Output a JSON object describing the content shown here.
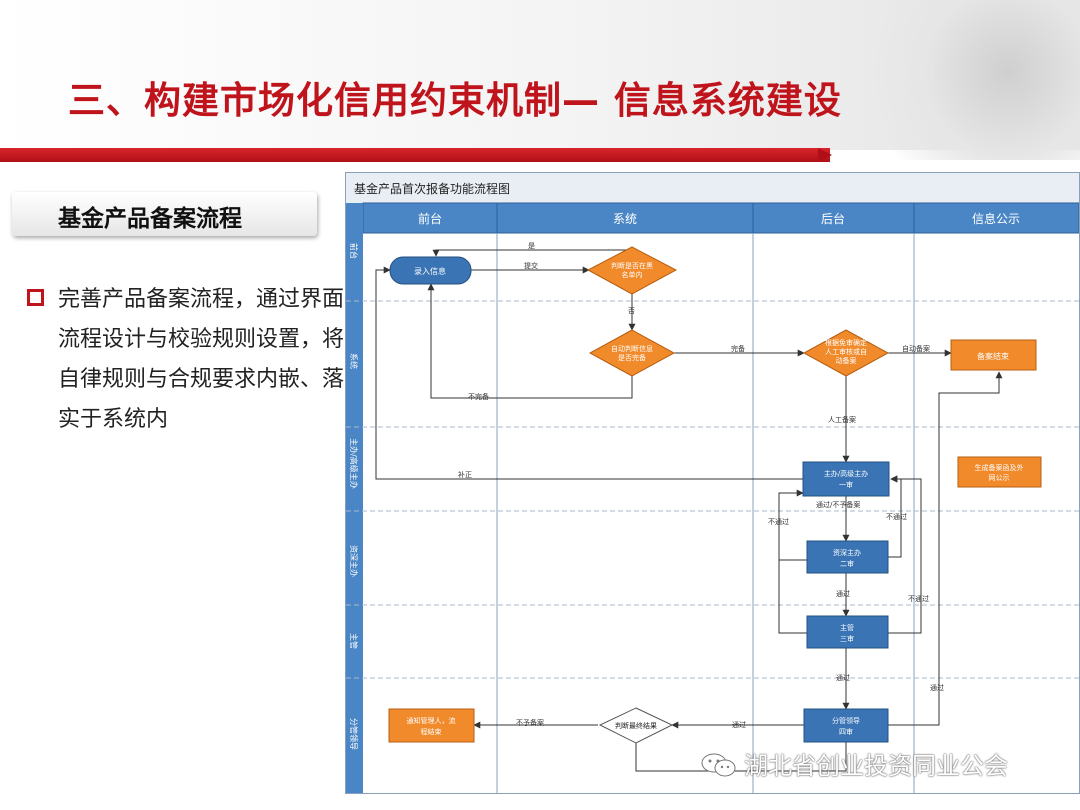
{
  "slide": {
    "title": "三、构建市场化信用约束机制— 信息系统建设",
    "section_tab": "基金产品备案流程",
    "bullet_text": "完善产品备案流程，通过界面流程设计与校验规则设置，将自律规则与合规要求内嵌、落实于系统内",
    "watermark": "湖北省创业投资同业公会"
  },
  "colors": {
    "title_red": "#c0141c",
    "blue_box": "#3a74b4",
    "orange_box": "#f08a2a",
    "header_blue": "#4a86c5"
  },
  "flow": {
    "title": "基金产品首次报备功能流程图",
    "columns": [
      "前台",
      "系统",
      "后台",
      "信息公示"
    ],
    "rows": [
      "前台",
      "系统",
      "主办/高级主办",
      "资深主办",
      "主管",
      "分管领导"
    ],
    "nodes": {
      "enter_info": "录入信息",
      "blacklist_l1": "判断是否在黑",
      "blacklist_l2": "名单内",
      "auto_check_l1": "自动判断信息",
      "auto_check_l2": "是否完备",
      "exempt_l1": "根据免审确定",
      "exempt_l2": "人工审核或自",
      "exempt_l3": "动备案",
      "filing_done": "备案结束",
      "gen_notice_l1": "生成备案函及外",
      "gen_notice_l2": "网公示",
      "review1_l1": "主办/高级主办",
      "review1_l2": "一审",
      "review2_l1": "资深主办",
      "review2_l2": "二审",
      "review3_l1": "主管",
      "review3_l2": "三审",
      "review4_l1": "分管领导",
      "review4_l2": "四审",
      "final_judge": "判断最终结果",
      "notify_l1": "通知管理人，流",
      "notify_l2": "程结束"
    },
    "edges": {
      "yes": "是",
      "submit": "提交",
      "no": "否",
      "complete": "完备",
      "incomplete": "不完备",
      "auto_filing": "自动备案",
      "manual_filing": "人工备案",
      "correct": "补正",
      "pass_or_reject": "通过/不予备案",
      "not_pass_a": "不通过",
      "not_pass_b": "不通过",
      "not_pass_c": "不通过",
      "pass_a": "通过",
      "pass_b": "通过",
      "pass_c": "通过",
      "pass_d": "通过",
      "reject": "不予备案"
    }
  }
}
